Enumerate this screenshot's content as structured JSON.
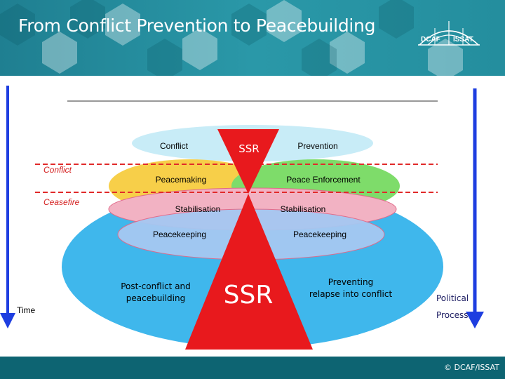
{
  "header": {
    "title": "From Conflict Prevention to Peacebuilding",
    "logo_left": "DCAF",
    "logo_right": "ISSAT"
  },
  "diagram": {
    "top_row": {
      "left": "Conflict",
      "center": "SSR",
      "right": "Prevention"
    },
    "second_row": {
      "left": "Peacemaking",
      "right": "Peace Enforcement"
    },
    "third_row": {
      "left": "Stabilisation",
      "right": "Stabilisation"
    },
    "fourth_row": {
      "left": "Peacekeeping",
      "right": "Peacekeeping"
    },
    "bottom_row": {
      "left": "Post-conflict and peacebuilding",
      "center": "SSR",
      "right": "Preventing relapse into conflict"
    },
    "markers": {
      "conflict": "Conflict",
      "ceasefire": "Ceasefire"
    },
    "time_label": "Time",
    "political_label": "Political",
    "process_label": "Process"
  },
  "footer": {
    "credit": "© DCAF/ISSAT"
  },
  "colors": {
    "header_teal": "#1a8a99",
    "footer_teal": "#0d6472",
    "ssr_red": "#e8191d",
    "arrow_blue": "#1e3ee0",
    "dashed_red": "#e12a2a",
    "outer_blue": "#3fb7ec",
    "top_light": "#c8ecf7",
    "yellow": "#f7cf49",
    "green": "#7edc6a",
    "pink": "#f2b2c3",
    "purple_blue": "#a6c8f2"
  }
}
